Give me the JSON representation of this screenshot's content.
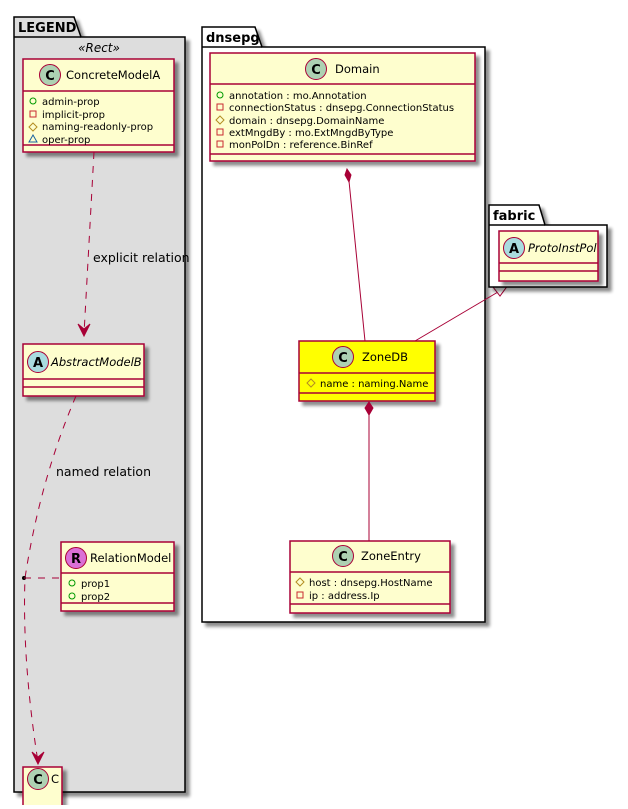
{
  "colors": {
    "class_fill": "#FEFECE",
    "class_border": "#A80036",
    "highlight_fill": "#FFFF00",
    "legend_bg": "#DDDDDD",
    "circle_class": "#ADD1B2",
    "circle_abstract": "#A9DCDF",
    "circle_relation": "#DA70D6",
    "vis_public": "#009900",
    "vis_private": "#C82930",
    "vis_protected": "#B38D22",
    "vis_package": "#1963A0"
  },
  "legend": {
    "title": "LEGEND",
    "stereotype": "«Rect»",
    "concrete": {
      "badge": "C",
      "name": "ConcreteModelA",
      "attrs": [
        {
          "vis": "public",
          "text": "admin-prop"
        },
        {
          "vis": "private",
          "text": "implicit-prop"
        },
        {
          "vis": "protected",
          "text": "naming-readonly-prop"
        },
        {
          "vis": "package",
          "text": "oper-prop"
        }
      ]
    },
    "explicit_label": "explicit relation",
    "abstract": {
      "badge": "A",
      "name": "AbstractModelB"
    },
    "named_label": "named relation",
    "relation": {
      "badge": "R",
      "name": "RelationModel",
      "attrs": [
        {
          "vis": "public",
          "text": "prop1"
        },
        {
          "vis": "public",
          "text": "prop2"
        }
      ]
    },
    "c": {
      "badge": "C",
      "name": "C"
    }
  },
  "dnsepg": {
    "title": "dnsepg",
    "domain": {
      "badge": "C",
      "name": "Domain",
      "attrs": [
        {
          "vis": "public",
          "text": "annotation : mo.Annotation"
        },
        {
          "vis": "private",
          "text": "connectionStatus : dnsepg.ConnectionStatus"
        },
        {
          "vis": "protected",
          "text": "domain : dnsepg.DomainName"
        },
        {
          "vis": "private",
          "text": "extMngdBy : mo.ExtMngdByType"
        },
        {
          "vis": "private",
          "text": "monPolDn : reference.BinRef"
        }
      ]
    },
    "zonedb": {
      "badge": "C",
      "name": "ZoneDB",
      "attrs": [
        {
          "vis": "protected",
          "text": "name : naming.Name"
        }
      ]
    },
    "zoneentry": {
      "badge": "C",
      "name": "ZoneEntry",
      "attrs": [
        {
          "vis": "protected",
          "text": "host : dnsepg.HostName"
        },
        {
          "vis": "private",
          "text": "ip : address.Ip"
        }
      ]
    }
  },
  "fabric": {
    "title": "fabric",
    "protoinstpol": {
      "badge": "A",
      "name": "ProtoInstPol"
    }
  }
}
